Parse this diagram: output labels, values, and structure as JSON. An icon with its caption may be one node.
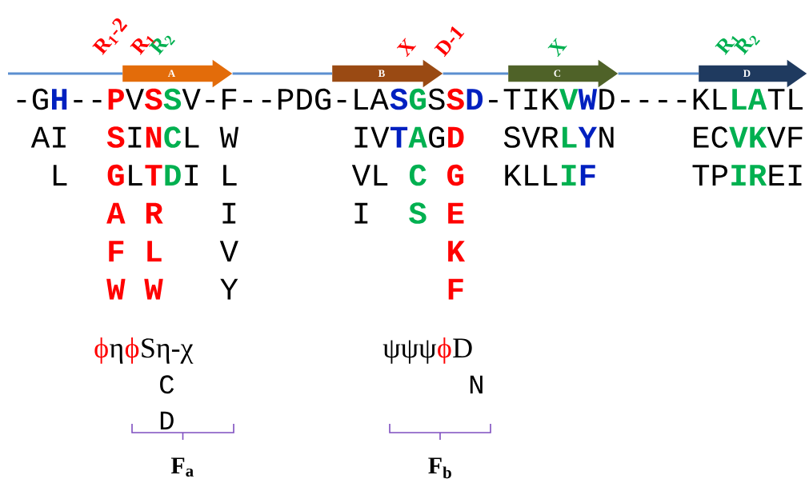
{
  "diagram": {
    "nodes": [
      {
        "text": [
          "A"
        ]
      },
      {
        "text": [
          "B"
        ]
      },
      {
        "text": [
          "C"
        ]
      },
      {
        "text": [
          "D"
        ]
      }
    ],
    "edges": [
      {
        "from": 0,
        "to": 1,
        "arrow": "none"
      },
      {
        "from": 1,
        "to": 2,
        "arrow": "none"
      },
      {
        "from": 2,
        "to": 3,
        "arrow": "none"
      }
    ],
    "labels": [
      "R$_{1}$-2",
      "R$_{1}$",
      "R$_{2}$",
      "X",
      "D-1",
      "X",
      "R$_{1}$",
      "R$_{2}$",
      "-G",
      "H",
      "--",
      "P",
      "V",
      "S",
      "S",
      "V-F--PDG-LA",
      "S",
      "G",
      "S",
      "S",
      "D",
      "-TIK",
      "V",
      "W",
      "D----KL",
      "LA",
      "TL",
      "AI",
      "S",
      "I",
      "N",
      "C",
      "L",
      "W",
      "IV",
      "T",
      "A",
      "G",
      "D",
      "SVR",
      "L",
      "Y",
      "N",
      "EC",
      "VK",
      "VF",
      "L",
      "G",
      "L",
      "T",
      "D",
      "I",
      "L",
      "VL",
      "C",
      "G",
      "KLL",
      "I",
      "F",
      "TP",
      "IR",
      "EI",
      "A",
      "R",
      "I",
      "I",
      "S",
      "E",
      "F",
      "L",
      "V",
      "K",
      "W",
      "W",
      "Y",
      "F",
      "ϕ",
      "η",
      "ϕ",
      "Sη-χ",
      "ψψψ",
      "ϕ",
      "D",
      "C",
      "N",
      "D",
      "F$_{a}$",
      "F$_{b}$"
    ]
  }
}
